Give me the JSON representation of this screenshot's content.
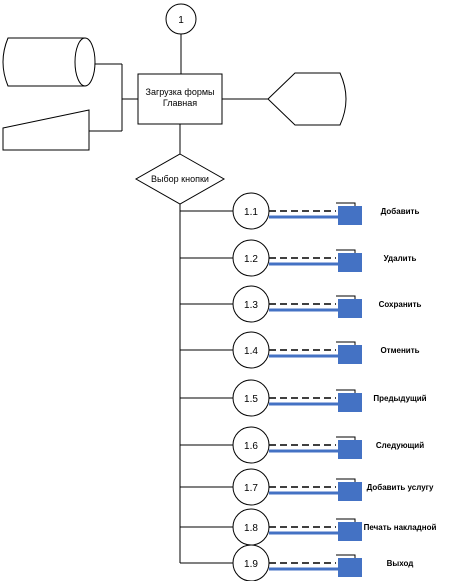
{
  "top_node": {
    "label": "1"
  },
  "process": {
    "line1": "Загрузка формы",
    "line2": "Главная"
  },
  "decision": {
    "label": "Выбор кнопки"
  },
  "colors": {
    "stroke": "#000000",
    "accent": "#4472C4",
    "fill": "#ffffff"
  },
  "branches": [
    {
      "number": "1.1",
      "label": "Добавить"
    },
    {
      "number": "1.2",
      "label": "Удалить"
    },
    {
      "number": "1.3",
      "label": "Сохранить"
    },
    {
      "number": "1.4",
      "label": "Отменить"
    },
    {
      "number": "1.5",
      "label": "Предыдущий"
    },
    {
      "number": "1.6",
      "label": "Следующий"
    },
    {
      "number": "1.7",
      "label": "Добавить услугу"
    },
    {
      "number": "1.8",
      "label": "Печать накладной"
    },
    {
      "number": "1.9",
      "label": "Выход"
    }
  ]
}
